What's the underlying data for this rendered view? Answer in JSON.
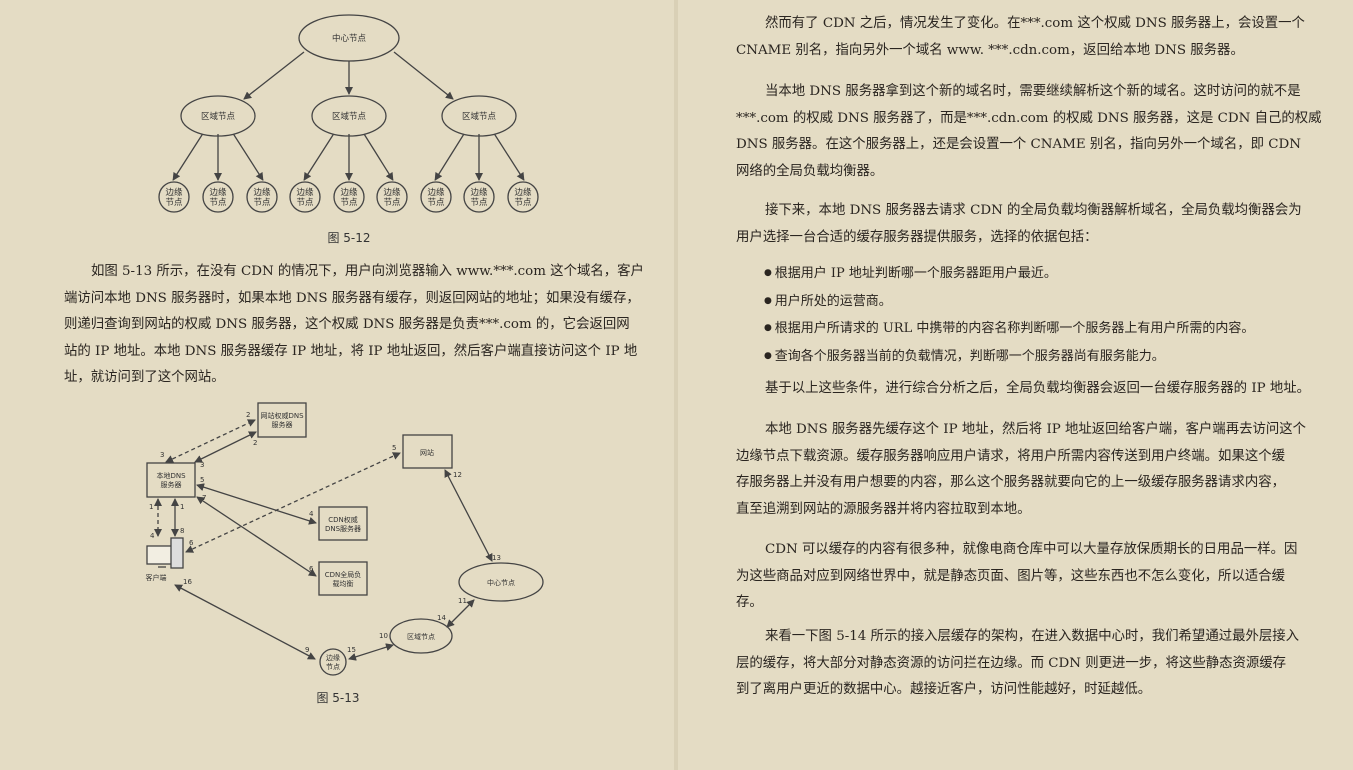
{
  "left_page": {
    "fig_5_12": {
      "caption": "图 5-12",
      "center_node": "中心节点",
      "region_node": "区域节点",
      "edge_node": [
        "边缘",
        "节点"
      ]
    },
    "paragraph": [
      "如图 5-13 所示，在没有 CDN 的情况下，用户向浏览器输入 www.***.com 这个域名，客户",
      "端访问本地 DNS 服务器时，如果本地 DNS 服务器有缓存，则返回网站的地址；如果没有缓存，",
      "则递归查询到网站的权威 DNS 服务器，这个权威 DNS 服务器是负责***.com 的，它会返回网",
      "站的 IP 地址。本地 DNS 服务器缓存 IP 地址，将 IP 地址返回，然后客户端直接访问这个 IP 地",
      "址，就访问到了这个网站。"
    ],
    "fig_5_13": {
      "caption": "图 5-13",
      "site_auth_dns": [
        "网站权威DNS",
        "服务器"
      ],
      "local_dns": [
        "本地DNS",
        "服务器"
      ],
      "website": "网站",
      "cdn_auth_dns": [
        "CDN权威",
        "DNS服务器"
      ],
      "cdn_gslb": [
        "CDN全局负",
        "载均衡"
      ],
      "client": "客户端",
      "center_node": "中心节点",
      "region_node": "区域节点",
      "edge_node": [
        "边缘",
        "节点"
      ],
      "step_labels": {
        "a2": "2",
        "b2": "2",
        "a3": "3",
        "b3": "3",
        "n5a": "5",
        "n7": "7",
        "n1a": "1",
        "n1b": "1",
        "n4a": "4",
        "n8": "8",
        "n6a": "6",
        "n4b": "4",
        "n6b": "6",
        "n5b": "5",
        "n12": "12",
        "n13": "13",
        "n11": "11",
        "n14": "14",
        "n10": "10",
        "n15": "15",
        "n9": "9",
        "n16": "16"
      }
    }
  },
  "right_page": {
    "p1": [
      "然而有了 CDN 之后，情况发生了变化。在***.com 这个权威 DNS 服务器上，会设置一个",
      "CNAME 别名，指向另外一个域名 www. ***.cdn.com，返回给本地 DNS 服务器。"
    ],
    "p2": [
      "当本地 DNS 服务器拿到这个新的域名时，需要继续解析这个新的域名。这时访问的就不是",
      "***.com 的权威 DNS 服务器了，而是***.cdn.com 的权威 DNS 服务器，这是 CDN 自己的权威",
      "DNS 服务器。在这个服务器上，还是会设置一个 CNAME 别名，指向另外一个域名，即 CDN",
      "网络的全局负载均衡器。"
    ],
    "p3": [
      "接下来，本地 DNS 服务器去请求 CDN 的全局负载均衡器解析域名，全局负载均衡器会为",
      "用户选择一台合适的缓存服务器提供服务，选择的依据包括："
    ],
    "bullets": [
      "根据用户 IP 地址判断哪一个服务器距用户最近。",
      "用户所处的运营商。",
      "根据用户所请求的 URL 中携带的内容名称判断哪一个服务器上有用户所需的内容。",
      "查询各个服务器当前的负载情况，判断哪一个服务器尚有服务能力。"
    ],
    "p4": [
      "基于以上这些条件，进行综合分析之后，全局负载均衡器会返回一台缓存服务器的 IP 地址。"
    ],
    "p5": [
      "本地 DNS 服务器先缓存这个 IP 地址，然后将 IP 地址返回给客户端，客户端再去访问这个",
      "边缘节点下载资源。缓存服务器响应用户请求，将用户所需内容传送到用户终端。如果这个缓",
      "存服务器上并没有用户想要的内容，那么这个服务器就要向它的上一级缓存服务器请求内容，",
      "直至追溯到网站的源服务器并将内容拉取到本地。"
    ],
    "p6": [
      "CDN 可以缓存的内容有很多种，就像电商仓库中可以大量存放保质期长的日用品一样。因",
      "为这些商品对应到网络世界中，就是静态页面、图片等，这些东西也不怎么变化，所以适合缓",
      "存。"
    ],
    "p7": [
      "来看一下图 5-14 所示的接入层缓存的架构，在进入数据中心时，我们希望通过最外层接入",
      "层的缓存，将大部分对静态资源的访问拦在边缘。而 CDN 则更进一步，将这些静态资源缓存",
      "到了离用户更近的数据中心。越接近客户，访问性能越好，时延越低。"
    ]
  }
}
